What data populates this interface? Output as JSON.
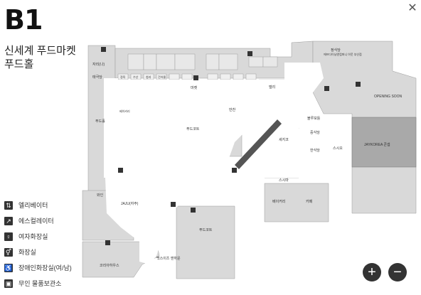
{
  "header": {
    "floor": "B1",
    "title_line1": "신세계 푸드마켓",
    "title_line2": "푸드홀",
    "close_icon": "close-icon"
  },
  "legend": [
    {
      "icon": "elevator-icon",
      "glyph": "⇅",
      "label": "엘리베이터"
    },
    {
      "icon": "escalator-icon",
      "glyph": "↗",
      "label": "에스컬레이터"
    },
    {
      "icon": "womens-restroom-icon",
      "glyph": "♀",
      "label": "여자화장실"
    },
    {
      "icon": "restroom-icon",
      "glyph": "⚥",
      "label": "화장실"
    },
    {
      "icon": "accessible-restroom-icon",
      "glyph": "♿",
      "label": "장애인화장실(여/남)"
    },
    {
      "icon": "locker-icon",
      "glyph": "▣",
      "label": "무인 물품보관소"
    }
  ],
  "zoom": {
    "in": "+",
    "out": "−"
  },
  "map_labels": {
    "store_top_right": "정식당",
    "store_top_right_sub": "에프다이닝앤컴퍼니 아웃 부산점",
    "opening_soon": "OPENING SOON",
    "gray_block": "JAYKOREA 콘셉",
    "left_col_1": "자리(나)",
    "left_col_2": "태극당",
    "food_hall_left": "푸드홀",
    "center_block": "푸드코트",
    "center_right": "세지코",
    "bakery": "베이커리",
    "cafe": "카페",
    "wine": "와인",
    "food_court_bottom": "푸드코트",
    "bottom_left_1": "JAJU(자주)",
    "bottom_left_2": "코리아하우스",
    "bottom_center": "백스이츠 앤하운",
    "right_col_1": "스시오",
    "right_col_2": "블루보틀",
    "right_col_3": "중식당",
    "right_col_4": "한식당",
    "right_col_5": "스시마",
    "market_1": "마켓",
    "market_2": "델리",
    "market_3": "반찬",
    "small_1": "정육",
    "small_2": "수산",
    "small_3": "청과",
    "small_4": "건어물",
    "small_5": "베이커리"
  }
}
